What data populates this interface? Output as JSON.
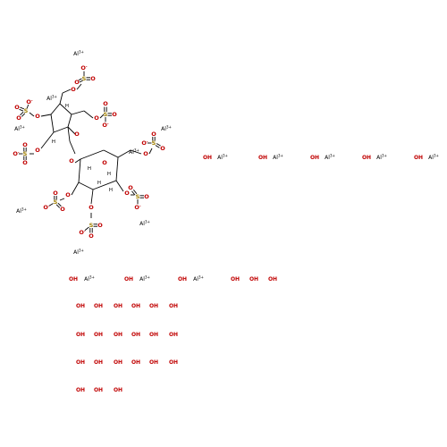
{
  "molecule": {
    "element_colors": {
      "oxygen": "#c00000",
      "sulfur": "#a08000",
      "bond": "#000000",
      "metal": "#000000"
    },
    "labels": {
      "oxygen": "O",
      "sulfur": "S",
      "hydrogen": "H",
      "oxygen_anion": "O",
      "anion_charge": "-",
      "hydroxide": "OH",
      "aluminum": "Al",
      "aluminum_charge": "3+"
    }
  }
}
